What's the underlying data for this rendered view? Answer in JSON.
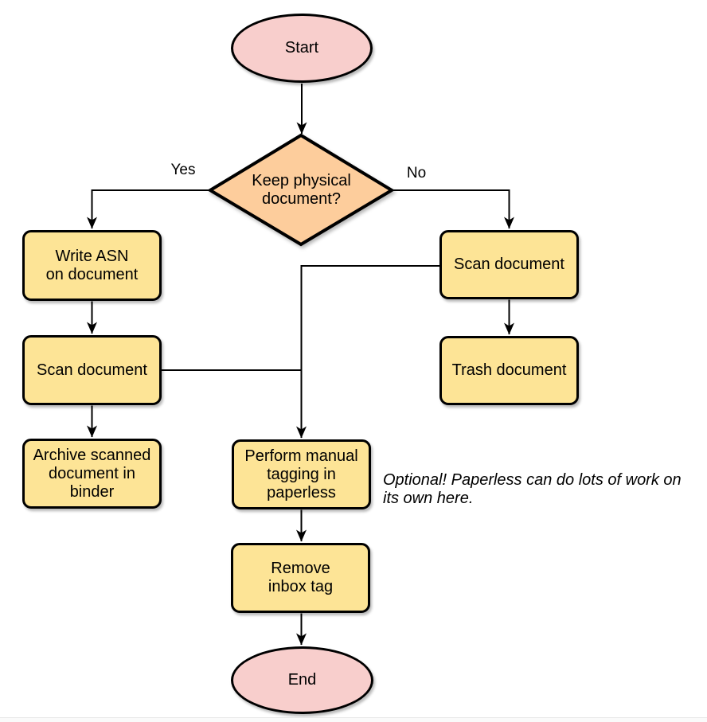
{
  "diagram": {
    "type": "flowchart",
    "nodes": {
      "start": {
        "label": "Start",
        "shape": "terminator",
        "fill": "#f8cecc"
      },
      "decision": {
        "label": "Keep physical\ndocument?",
        "shape": "decision",
        "fill": "#fdcd9c"
      },
      "write_asn": {
        "label": "Write ASN\non document",
        "shape": "process",
        "fill": "#fde496"
      },
      "scan_left": {
        "label": "Scan document",
        "shape": "process",
        "fill": "#fde496"
      },
      "archive": {
        "label": "Archive scanned\ndocument in\nbinder",
        "shape": "process",
        "fill": "#fde496"
      },
      "scan_right": {
        "label": "Scan document",
        "shape": "process",
        "fill": "#fde496"
      },
      "trash": {
        "label": "Trash document",
        "shape": "process",
        "fill": "#fde496"
      },
      "tagging": {
        "label": "Perform manual\ntagging in\npaperless",
        "shape": "process",
        "fill": "#fde496"
      },
      "remove_inbox": {
        "label": "Remove\ninbox tag",
        "shape": "process",
        "fill": "#fde496"
      },
      "end": {
        "label": "End",
        "shape": "terminator",
        "fill": "#f8cecc"
      }
    },
    "edges": [
      {
        "from": "start",
        "to": "decision"
      },
      {
        "from": "decision",
        "to": "write_asn",
        "label": "Yes"
      },
      {
        "from": "decision",
        "to": "scan_right",
        "label": "No"
      },
      {
        "from": "write_asn",
        "to": "scan_left"
      },
      {
        "from": "scan_left",
        "to": "archive"
      },
      {
        "from": "scan_left",
        "to": "tagging"
      },
      {
        "from": "scan_right",
        "to": "trash"
      },
      {
        "from": "scan_right",
        "to": "tagging"
      },
      {
        "from": "tagging",
        "to": "remove_inbox"
      },
      {
        "from": "remove_inbox",
        "to": "end"
      }
    ],
    "edge_labels": {
      "yes": "Yes",
      "no": "No"
    },
    "annotation": "Optional! Paperless can do lots of work on\nits own here.",
    "colors": {
      "terminator_fill": "#f8cecc",
      "decision_fill": "#fdcd9c",
      "process_fill": "#fde496",
      "stroke": "#000000",
      "background": "#ffffff"
    }
  }
}
